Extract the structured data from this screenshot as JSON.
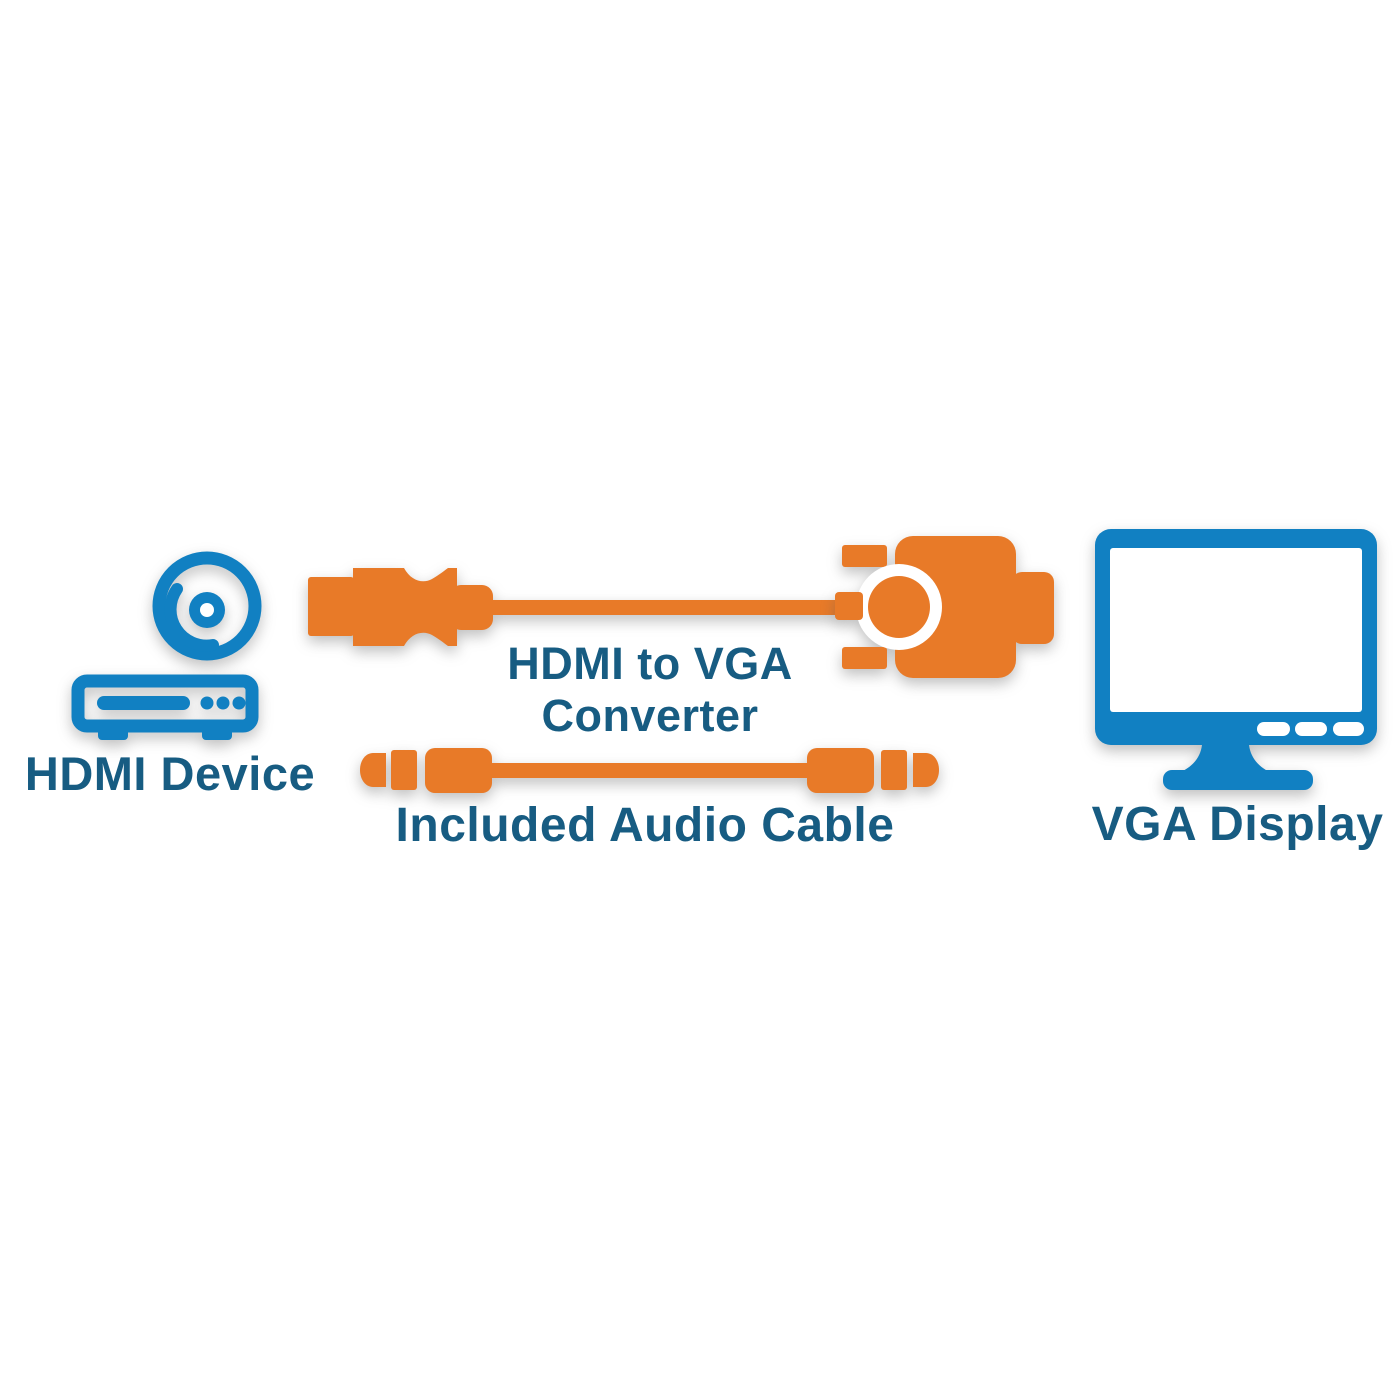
{
  "diagram": {
    "title_context": "HDMI to VGA converter connection diagram",
    "labels": {
      "hdmi_device": "HDMI Device",
      "converter_line1": "HDMI to VGA",
      "converter_line2": "Converter",
      "audio_cable": "Included Audio Cable",
      "vga_display": "VGA Display"
    },
    "colors": {
      "orange": "#E87A28",
      "blue": "#1180C2",
      "navy": "#175C82"
    },
    "icons": [
      "hdmi-device-icon",
      "hdmi-cable-icon",
      "hdmi-to-vga-converter-icon",
      "audio-cable-icon",
      "vga-display-icon"
    ]
  }
}
